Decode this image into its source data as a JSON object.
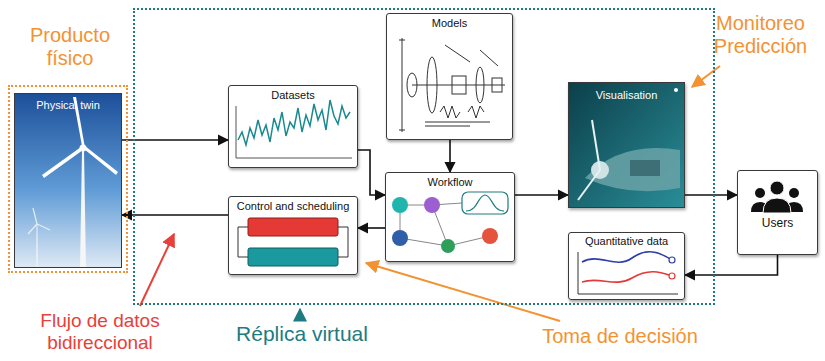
{
  "diagram": {
    "nodes": [
      {
        "text": [
          "Producto físico"
        ]
      },
      {
        "text": [
          "Physical twin"
        ],
        "in": 0
      },
      {
        "text": [
          "Réplica virtual"
        ]
      },
      {
        "text": [
          "Datasets"
        ],
        "in": 2
      },
      {
        "text": [
          "Models"
        ],
        "in": 2
      },
      {
        "text": [
          "Workflow"
        ],
        "in": 2
      },
      {
        "text": [
          "Control and scheduling"
        ],
        "in": 2
      },
      {
        "text": [
          "Visualisation"
        ],
        "in": 2
      },
      {
        "text": [
          "Quantitative data"
        ],
        "in": 2
      },
      {
        "text": [
          "Users"
        ]
      }
    ],
    "edges": [
      {
        "from": 1,
        "to": 3,
        "arrow": "to"
      },
      {
        "from": 3,
        "to": 5,
        "arrow": "to"
      },
      {
        "from": 4,
        "to": 5,
        "arrow": "to"
      },
      {
        "from": 5,
        "to": 7,
        "arrow": "to"
      },
      {
        "from": 5,
        "to": 6,
        "arrow": "to"
      },
      {
        "from": 6,
        "to": 1,
        "arrow": "to"
      },
      {
        "from": 7,
        "to": 9,
        "arrow": "to"
      },
      {
        "from": 9,
        "to": 8,
        "arrow": "to"
      }
    ],
    "labels": [
      "Monitoreo Predicción",
      "Flujo de datos bidireccional",
      "Toma de decisión"
    ]
  }
}
